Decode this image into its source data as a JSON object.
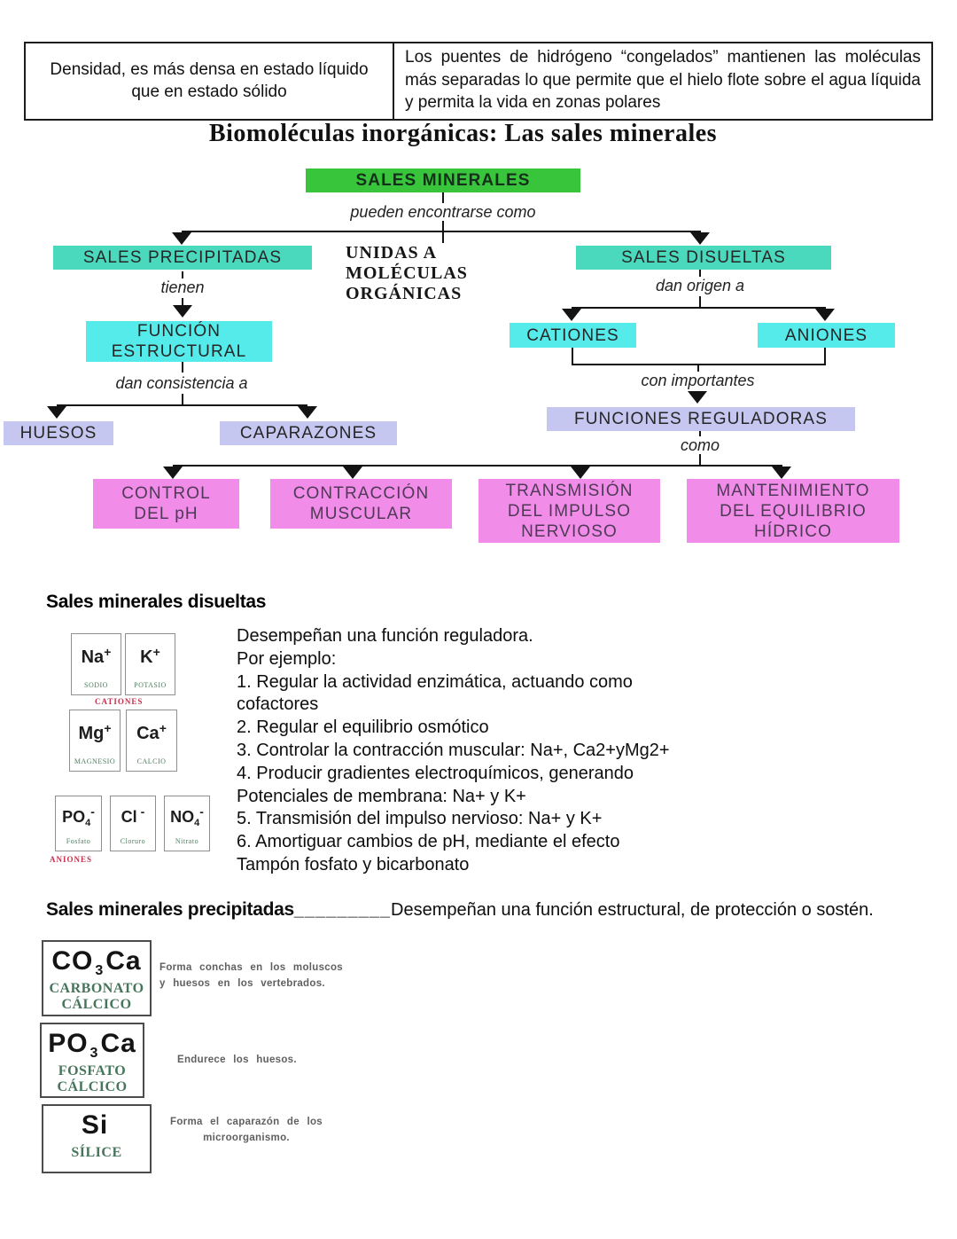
{
  "top_table": {
    "left_cell": "Densidad, es más densa en estado líquido que en estado sólido",
    "right_cell": "Los puentes de hidrógeno “congelados” mantienen las moléculas más separadas lo que permite que el hielo flote sobre el agua líquida y permita la vida en zonas polares"
  },
  "title": "Biomoléculas inorgánicas: Las sales minerales",
  "diagram": {
    "root": "SALES MINERALES",
    "edge_pueden": "pueden encontrarse como",
    "precipitadas": "SALES PRECIPITADAS",
    "unidas": "UNIDAS A\nMOLÉCULAS\nORGÁNICAS",
    "disueltas": "SALES DISUELTAS",
    "edge_tienen": "tienen",
    "funcion_estructural": "FUNCIÓN\nESTRUCTURAL",
    "edge_dan_origen": "dan origen a",
    "cationes": "CATIONES",
    "aniones": "ANIONES",
    "edge_dan_consistencia": "dan consistencia a",
    "huesos": "HUESOS",
    "caparazones": "CAPARAZONES",
    "edge_con_importantes": "con importantes",
    "funciones_reguladoras": "FUNCIONES REGULADORAS",
    "edge_como": "como",
    "control_ph": "CONTROL\nDEL pH",
    "contraccion": "CONTRACCIÓN\nMUSCULAR",
    "transmision": "TRANSMISIÓN\nDEL IMPULSO\nNERVIOSO",
    "mantenimiento": "MANTENIMIENTO\nDEL EQUILIBRIO\nHÍDRICO",
    "colors": {
      "root_green": "#38c53c",
      "sales_mint": "#4bd9be",
      "ion_cyan": "#55ebeb",
      "lavender": "#c5c7f0",
      "pink": "#f28ce9"
    }
  },
  "disueltas": {
    "heading": "Sales minerales disueltas",
    "cations_label": "CATIONES",
    "anions_label": "ANIONES",
    "cations": [
      {
        "symbol": "Na",
        "charge": "+",
        "name": "SODIO"
      },
      {
        "symbol": "K",
        "charge": "+",
        "name": "POTASIO"
      },
      {
        "symbol": "Mg",
        "charge": "+",
        "name": "MAGNESIO"
      },
      {
        "symbol": "Ca",
        "charge": "+",
        "name": "CALCIO"
      }
    ],
    "anions": [
      {
        "symbol": "PO",
        "sub": "4",
        "charge": "-",
        "name": "Fosfato"
      },
      {
        "symbol": "Cl",
        "sub": "",
        "charge": "-",
        "name": "Cloruro"
      },
      {
        "symbol": "NO",
        "sub": "4",
        "charge": "-",
        "name": "Nitrato"
      }
    ],
    "body_text": "Desempeñan una función reguladora.\nPor ejemplo:\n1. Regular la actividad enzimática, actuando como\ncofactores\n2. Regular el equilibrio osmótico\n3. Controlar la contracción muscular: Na+, Ca2+yMg2+\n4. Producir gradientes electroquímicos, generando\nPotenciales de membrana: Na+ y K+\n5. Transmisión del impulso nervioso: Na+ y K+\n6. Amortiguar cambios de pH, mediante el efecto\nTampón fosfato y bicarbonato"
  },
  "precipitadas": {
    "heading": "Sales minerales precipitadas",
    "underscore": "_________",
    "lead": "Desempeñan una función estructural, de protección o sostén.",
    "compounds": [
      {
        "formula": "CO",
        "sub": "3",
        "tail": "Ca",
        "name": "CARBONATO\nCÁLCICO",
        "desc": "Forma conchas en los moluscos\ny huesos en los vertebrados."
      },
      {
        "formula": "PO",
        "sub": "3",
        "tail": "Ca",
        "name": "FOSFATO\nCÁLCICO",
        "desc": "Endurece los huesos."
      },
      {
        "formula": "Si",
        "sub": "",
        "tail": "",
        "name": "SÍLICE",
        "desc": "Forma el caparazón de los\nmicroorganismo."
      }
    ]
  }
}
